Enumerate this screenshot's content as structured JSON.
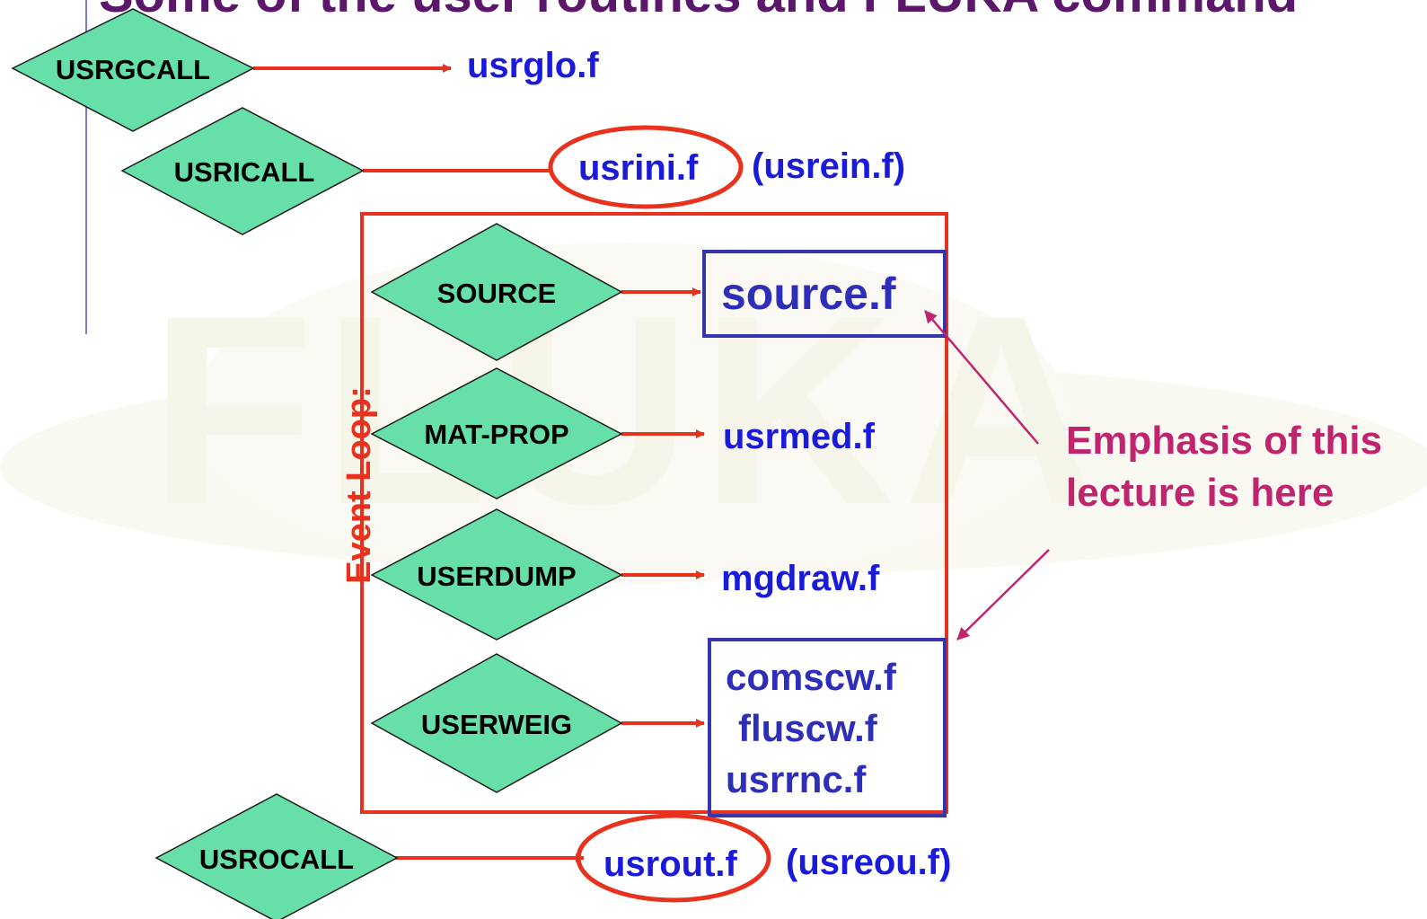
{
  "title": "Some of the user routines and FLUKA command",
  "watermark": "FLUKA",
  "loop_label": "Event Loop:",
  "nodes": [
    {
      "label": "USRGCALL"
    },
    {
      "label": "USRICALL"
    },
    {
      "label": "SOURCE"
    },
    {
      "label": "MAT-PROP"
    },
    {
      "label": "USERDUMP"
    },
    {
      "label": "USERWEIG"
    },
    {
      "label": "USROCALL"
    }
  ],
  "files": {
    "usrglo": "usrglo.f",
    "usrini": "usrini.f",
    "usrein": "(usrein.f)",
    "source": "source.f",
    "usrmed": "usrmed.f",
    "mgdraw": "mgdraw.f",
    "weig": [
      "comscw.f",
      "fluscw.f",
      "usrrnc.f"
    ],
    "usrout": "usrout.f",
    "usreou": "(usreou.f)"
  },
  "emphasis": [
    "Emphasis of this",
    "lecture is here"
  ],
  "colors": {
    "diamond_fill": "#66e0a8",
    "arrow": "#e8321e",
    "file_text": "#1a1adb",
    "box_border": "#3535b0",
    "emphasis": "#c0246e",
    "title": "#5b1769"
  }
}
